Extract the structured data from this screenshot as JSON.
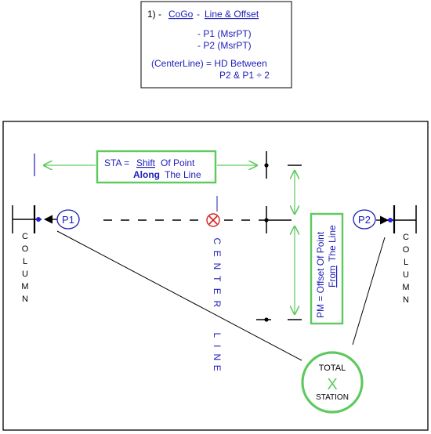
{
  "info_box": {
    "step": "1) -",
    "app": "CoGo",
    "sep": "-",
    "command": "Line & Offset",
    "p1": "- P1 (MsrPT)",
    "p2": "- P2 (MsrPT)",
    "centerline_line1": "(CenterLine) = HD Between",
    "centerline_line2": "P2 & P1 ÷ 2"
  },
  "sta_box": {
    "prefix": "STA =",
    "shift": "Shift",
    "of_point": "Of Point",
    "along": "Along",
    "the_line": "The Line"
  },
  "pm_box": {
    "line1": "PM = Offset Of Point",
    "from": "From",
    "the_line": "The Line"
  },
  "points": {
    "p1": "P1",
    "p2": "P2"
  },
  "center_marker": "X",
  "column_left": [
    "C",
    "O",
    "L",
    "U",
    "M",
    "N"
  ],
  "column_right": [
    "C",
    "O",
    "L",
    "U",
    "M",
    "N"
  ],
  "center_line_word1": [
    "C",
    "E",
    "N",
    "T",
    "E",
    "R"
  ],
  "center_line_word2": [
    "L",
    "I",
    "N",
    "E"
  ],
  "total_station": {
    "top": "TOTAL",
    "mark": "X",
    "bottom": "STATION"
  },
  "colors": {
    "blue_text": "#1d1db8",
    "green": "#5ec95e",
    "red": "#d92020",
    "point_dot": "#2222dd"
  }
}
